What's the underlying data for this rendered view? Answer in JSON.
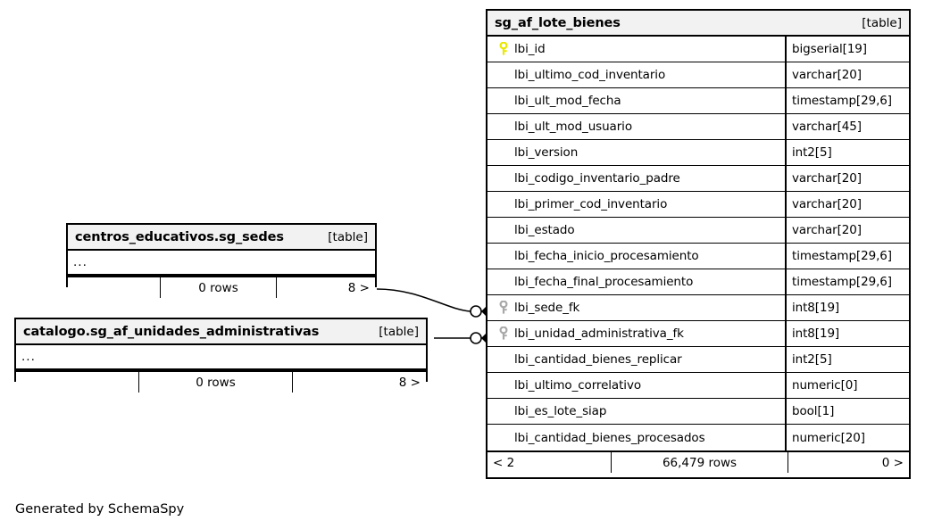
{
  "diagram": {
    "generator_credit": "Generated by SchemaSpy",
    "background": "#ffffff",
    "line_color": "#000000",
    "header_bg": "#f2f2f2",
    "pk_key_color": "#e8e800",
    "fk_key_color": "#a8a8a8"
  },
  "main_table": {
    "name": "sg_af_lote_bienes",
    "kind": "[table]",
    "columns": [
      {
        "key": "pk",
        "name": "lbi_id",
        "type": "bigserial[19]"
      },
      {
        "key": "none",
        "name": "lbi_ultimo_cod_inventario",
        "type": "varchar[20]"
      },
      {
        "key": "none",
        "name": "lbi_ult_mod_fecha",
        "type": "timestamp[29,6]"
      },
      {
        "key": "none",
        "name": "lbi_ult_mod_usuario",
        "type": "varchar[45]"
      },
      {
        "key": "none",
        "name": "lbi_version",
        "type": "int2[5]"
      },
      {
        "key": "none",
        "name": "lbi_codigo_inventario_padre",
        "type": "varchar[20]"
      },
      {
        "key": "none",
        "name": "lbi_primer_cod_inventario",
        "type": "varchar[20]"
      },
      {
        "key": "none",
        "name": "lbi_estado",
        "type": "varchar[20]"
      },
      {
        "key": "none",
        "name": "lbi_fecha_inicio_procesamiento",
        "type": "timestamp[29,6]"
      },
      {
        "key": "none",
        "name": "lbi_fecha_final_procesamiento",
        "type": "timestamp[29,6]"
      },
      {
        "key": "fk",
        "name": "lbi_sede_fk",
        "type": "int8[19]"
      },
      {
        "key": "fk",
        "name": "lbi_unidad_administrativa_fk",
        "type": "int8[19]"
      },
      {
        "key": "none",
        "name": "lbi_cantidad_bienes_replicar",
        "type": "int2[5]"
      },
      {
        "key": "none",
        "name": "lbi_ultimo_correlativo",
        "type": "numeric[0]"
      },
      {
        "key": "none",
        "name": "lbi_es_lote_siap",
        "type": "bool[1]"
      },
      {
        "key": "none",
        "name": "lbi_cantidad_bienes_procesados",
        "type": "numeric[20]"
      }
    ],
    "footer": {
      "left": "< 2",
      "center": "66,479 rows",
      "right": "0 >"
    }
  },
  "related_tables": [
    {
      "id": "sg-sedes",
      "name": "centros_educativos.sg_sedes",
      "kind": "[table]",
      "stub": "...",
      "footer": {
        "left": "",
        "center": "0 rows",
        "right": "8 >"
      }
    },
    {
      "id": "unidades-admin",
      "name": "catalogo.sg_af_unidades_administrativas",
      "kind": "[table]",
      "stub": "...",
      "footer": {
        "left": "",
        "center": "0 rows",
        "right": "8 >"
      }
    }
  ],
  "relationships": [
    {
      "from": "centros_educativos.sg_sedes",
      "to_column": "lbi_sede_fk"
    },
    {
      "from": "catalogo.sg_af_unidades_administrativas",
      "to_column": "lbi_unidad_administrativa_fk"
    }
  ]
}
